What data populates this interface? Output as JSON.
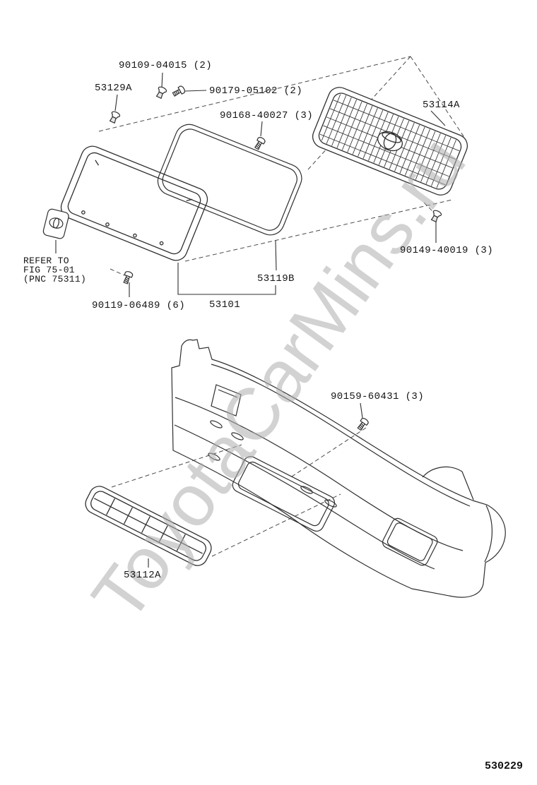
{
  "watermark": "ToyotaCarMins.ru",
  "diagram_code": "530229",
  "parts": {
    "bolt_90109": "90109-04015 (2)",
    "clip_53129A": "53129A",
    "screw_90179": "90179-05102 (2)",
    "screw_90168": "90168-40027 (3)",
    "grille_53114A": "53114A",
    "clip_90149": "90149-40019 (3)",
    "seal_53119B": "53119B",
    "grille_53101": "53101",
    "screw_90119": "90119-06489 (6)",
    "screw_90159": "90159-60431 (3)",
    "lower_grille_53112A": "53112A"
  },
  "note": {
    "line1": "REFER TO",
    "line2": "FIG 75-01",
    "line3": "(PNC 75311)"
  }
}
